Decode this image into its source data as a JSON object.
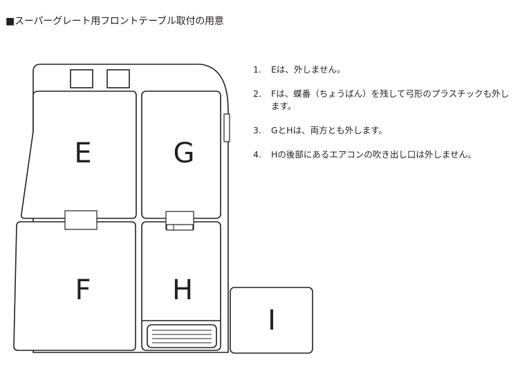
{
  "title": "■スーパーグレート用フロントテーブル取付の用意",
  "diagram": {
    "panels": {
      "E": "E",
      "G": "G",
      "F": "F",
      "H": "H",
      "I": "I"
    }
  },
  "instructions": [
    {
      "number": "1.",
      "text": "Eは、外しません。"
    },
    {
      "number": "2.",
      "text": "Fは、蝶番（ちょうばん）を残して弓形のプラスチックも外します。"
    },
    {
      "number": "3.",
      "text": "GとHは、両方とも外します。"
    },
    {
      "number": "4.",
      "text": "Hの後部にあるエアコンの吹き出し口は外しません。"
    }
  ]
}
